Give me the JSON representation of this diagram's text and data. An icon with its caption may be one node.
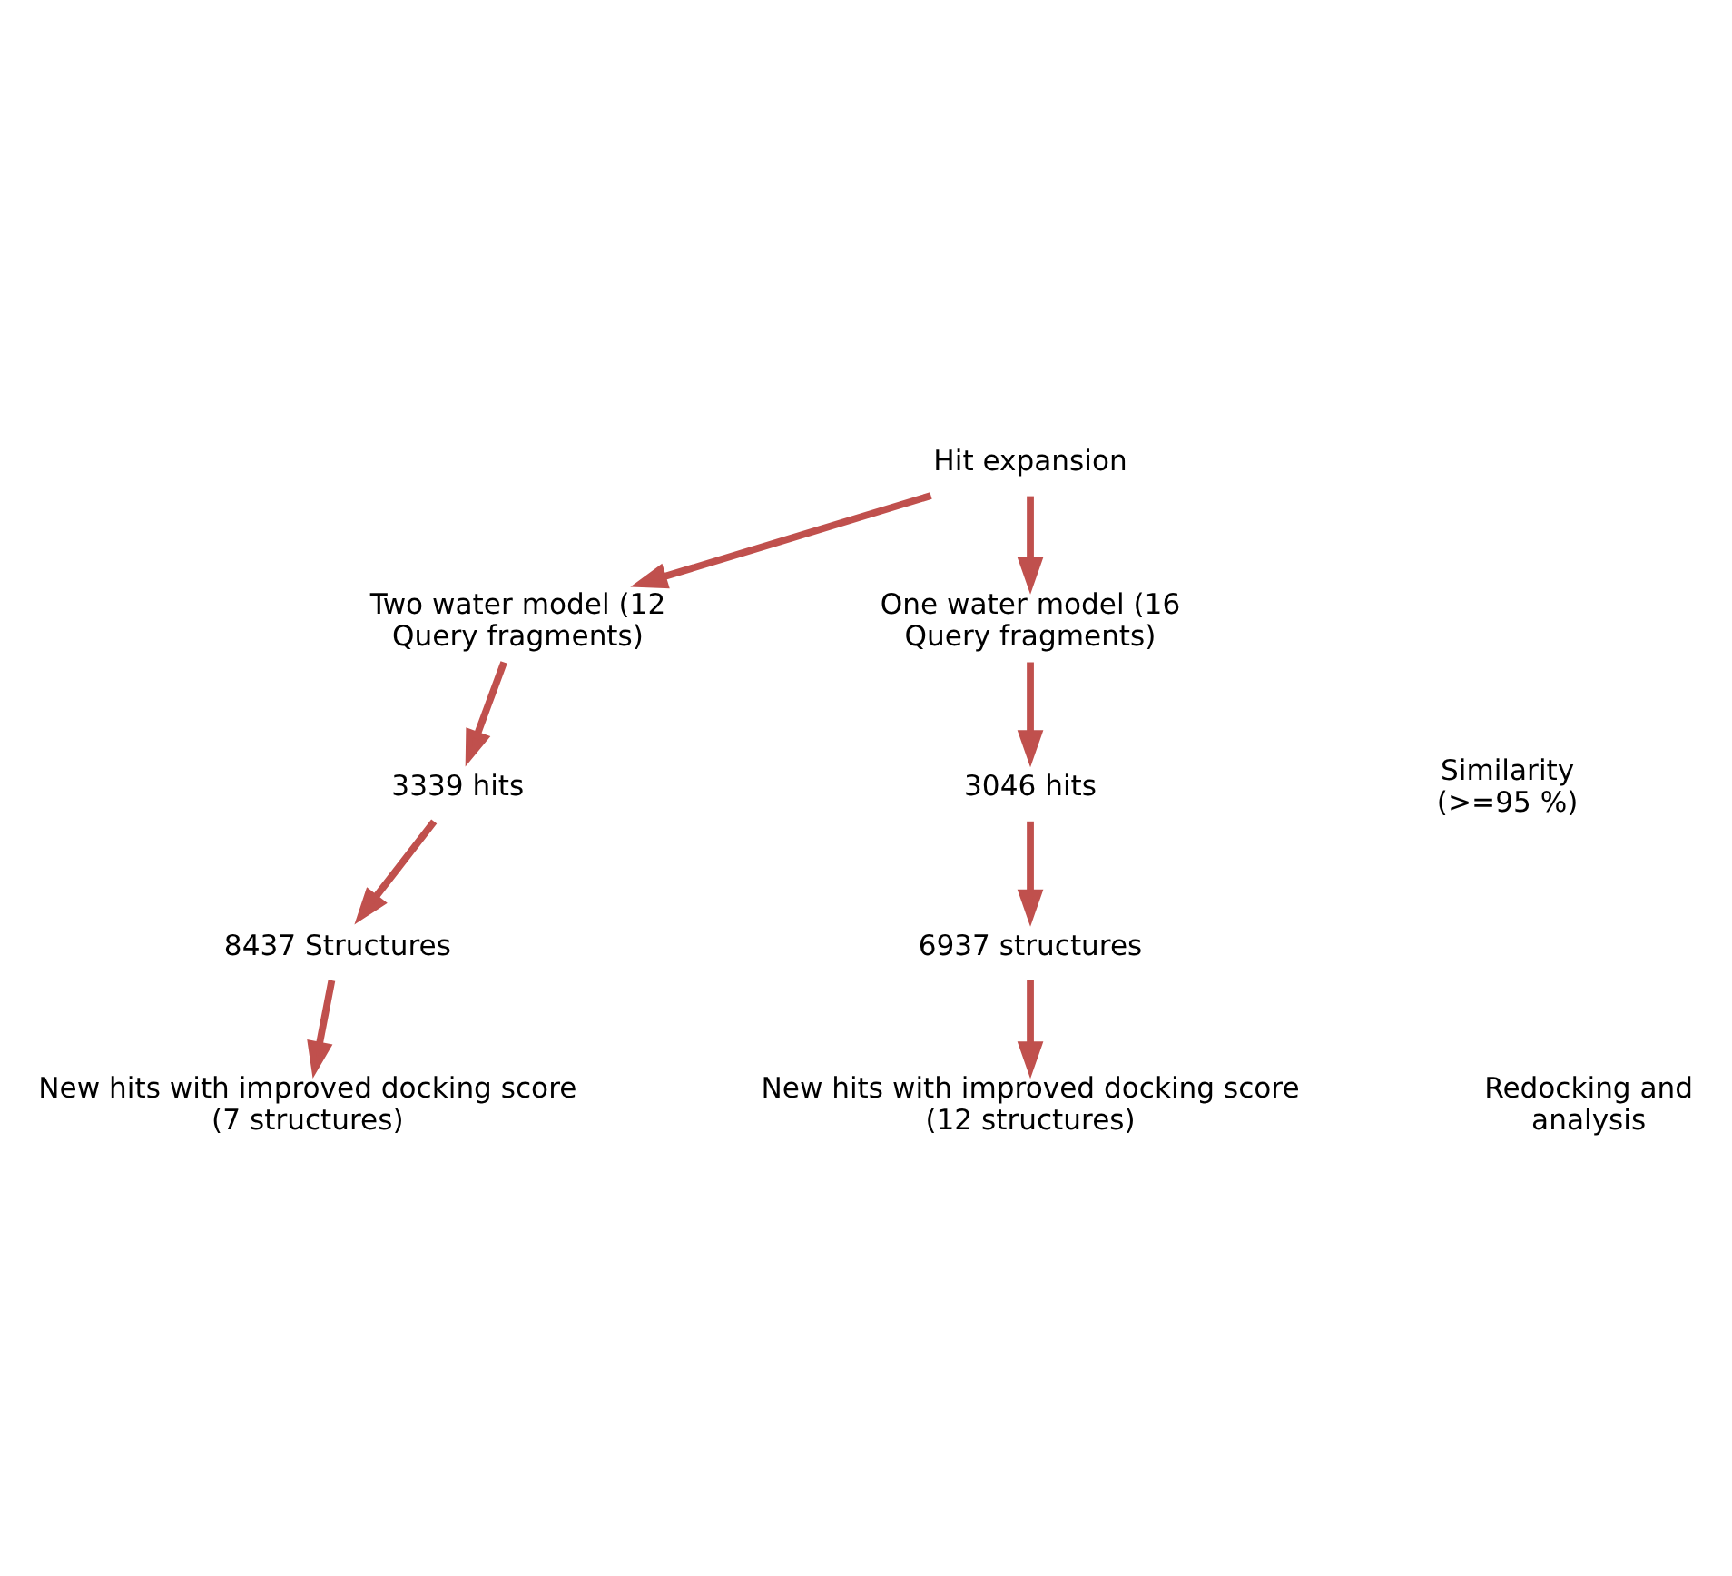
{
  "diagram": {
    "nodes": [
      {
        "text": [
          "Hit expansion"
        ]
      },
      {
        "text": [
          "Two water model (12 Query fragments)"
        ]
      },
      {
        "text": [
          "One water model (16 Query fragments)"
        ]
      },
      {
        "text": [
          "3339 hits"
        ]
      },
      {
        "text": [
          "3046 hits"
        ]
      },
      {
        "text": [
          "8437 Structures"
        ]
      },
      {
        "text": [
          "6937 structures"
        ]
      },
      {
        "text": [
          "New hits with improved docking score (7 structures)"
        ]
      },
      {
        "text": [
          "New hits with improved docking score (12 structures)"
        ]
      }
    ],
    "edges": [
      {
        "from": 0,
        "to": 1,
        "arrow": "to"
      },
      {
        "from": 0,
        "to": 2,
        "arrow": "to"
      },
      {
        "from": 1,
        "to": 3,
        "arrow": "to"
      },
      {
        "from": 2,
        "to": 4,
        "arrow": "to"
      },
      {
        "from": 3,
        "to": 5,
        "arrow": "to"
      },
      {
        "from": 4,
        "to": 6,
        "arrow": "to"
      },
      {
        "from": 5,
        "to": 7,
        "arrow": "to"
      },
      {
        "from": 6,
        "to": 8,
        "arrow": "to"
      }
    ],
    "labels": [
      "Similarity (>=95 %)",
      "Redocking and analysis"
    ]
  }
}
